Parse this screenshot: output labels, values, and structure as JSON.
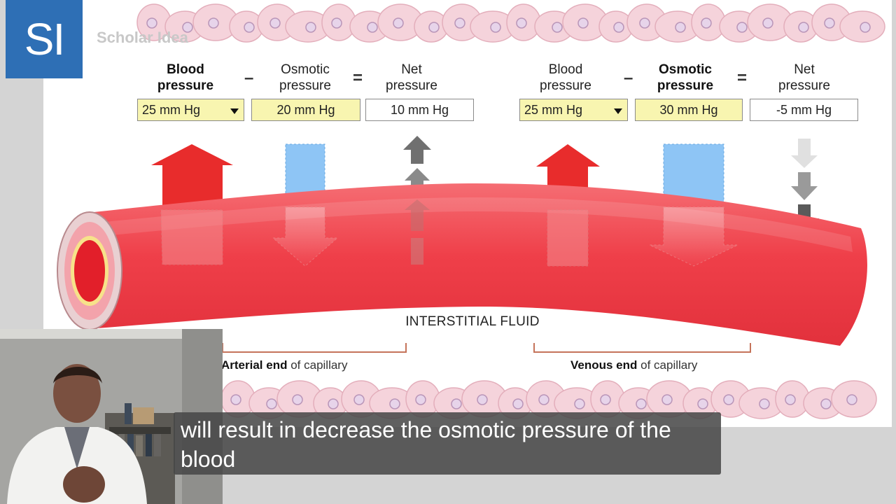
{
  "branding": {
    "logo_text": "SI",
    "name": "Scholar Idea"
  },
  "arterial_panel": {
    "blood_pressure_label": "Blood\npressure",
    "osmotic_pressure_label": "Osmotic\npressure",
    "net_pressure_label": "Net\npressure",
    "minus": "–",
    "equals": "=",
    "blood_pressure_value": "25 mm Hg",
    "osmotic_pressure_value": "20 mm Hg",
    "net_pressure_value": "10 mm Hg"
  },
  "venous_panel": {
    "blood_pressure_label": "Blood\npressure",
    "osmotic_pressure_label": "Osmotic\npressure",
    "net_pressure_label": "Net\npressure",
    "minus": "–",
    "equals": "=",
    "blood_pressure_value": "25 mm Hg",
    "osmotic_pressure_value": "30 mm Hg",
    "net_pressure_value": "-5 mm Hg"
  },
  "diagram": {
    "interstitial_label": "INTERSTITIAL FLUID",
    "arterial_end": {
      "bold": "Arterial end",
      "rest": " of capillary"
    },
    "venous_end": {
      "bold": "Venous end",
      "rest": " of capillary"
    }
  },
  "subtitle": {
    "text": "will result in decrease the osmotic pressure of the blood"
  },
  "colors": {
    "logo_bg": "#2e6fb5",
    "capillary": "#f0454f",
    "blood_pressure_arrow": "#e52b2b",
    "osmotic_arrow": "#8ec5f5",
    "input_box": "#f8f5b0",
    "cells": "#f3c9d3"
  },
  "icons": [
    "dropdown-caret-icon",
    "up-arrow-icon",
    "down-arrow-icon"
  ]
}
